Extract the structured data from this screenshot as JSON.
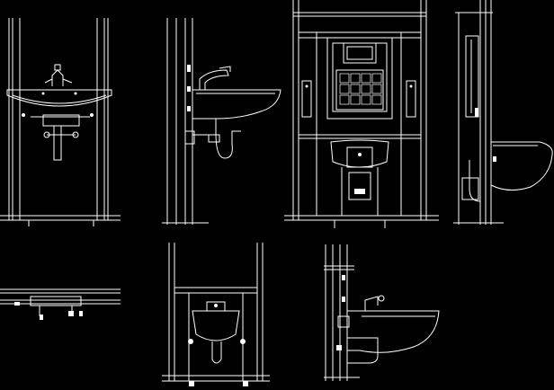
{
  "drawing": {
    "background": "#000000",
    "stroke_color": "#ffffff",
    "views": [
      {
        "id": "washbasin-front-elevation"
      },
      {
        "id": "washbasin-side-elevation"
      },
      {
        "id": "wc-front-elevation"
      },
      {
        "id": "wc-side-elevation"
      },
      {
        "id": "washbasin-plan-view"
      },
      {
        "id": "bidet-front-elevation"
      },
      {
        "id": "bidet-side-elevation"
      }
    ]
  }
}
